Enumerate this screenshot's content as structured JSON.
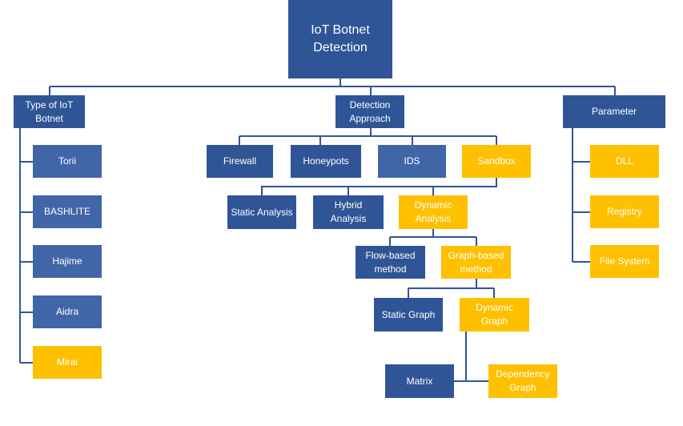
{
  "root": "IoT Botnet\nDetection",
  "categories": {
    "type": "Type of IoT\nBotnet",
    "approach": "Detection\nApproach",
    "parameter": "Parameter"
  },
  "botnet_types": [
    "Torii",
    "BASHLITE",
    "Hajime",
    "Aidra",
    "Mirai"
  ],
  "approaches": [
    "Firewall",
    "Honeypots",
    "IDS",
    "Sandbox"
  ],
  "sandbox_children": [
    "Static Analysis",
    "Hybrid\nAnalysis",
    "Dynamic\nAnalysis"
  ],
  "dynamic_children": [
    "Flow-based\nmethod",
    "Graph-based\nmethod"
  ],
  "graph_children": [
    "Static Graph",
    "Dynamic\nGraph"
  ],
  "dynamic_graph_children": [
    "Matrix",
    "Dependency\nGraph"
  ],
  "parameters": [
    "DLL",
    "Registry",
    "File System"
  ],
  "colors": {
    "dark": "#2f5597",
    "mid": "#4166a8",
    "highlight": "#ffc000",
    "text": "#ffffff"
  }
}
